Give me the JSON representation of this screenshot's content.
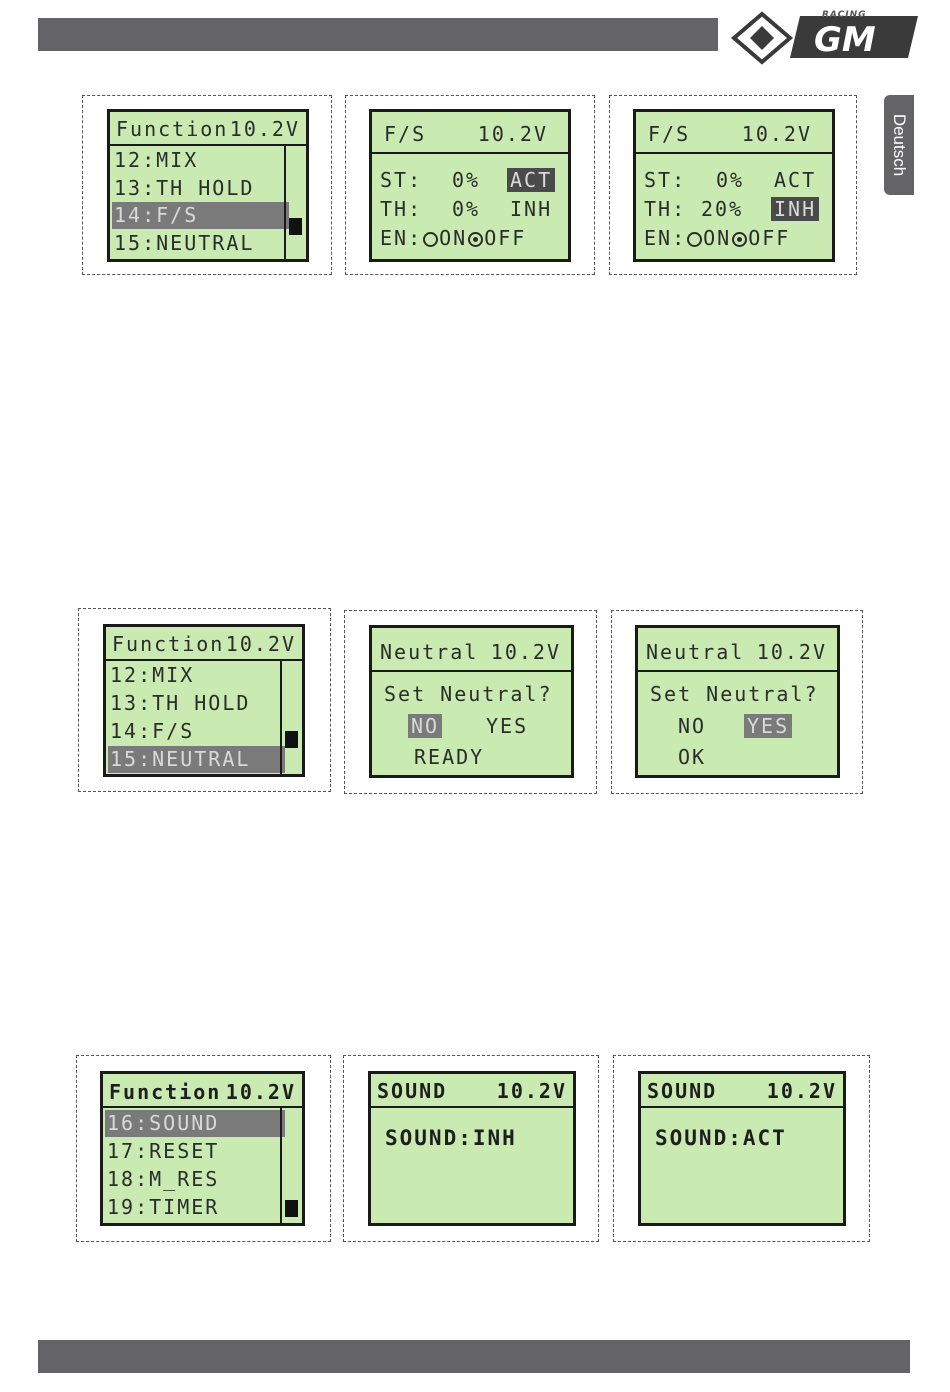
{
  "language_tab": "Deutsch",
  "logo": {
    "tag": "RACING",
    "brand": "GM"
  },
  "row1": {
    "menu": {
      "title": "Function",
      "voltage": "10.2V",
      "items": [
        "12:MIX",
        "13:TH HOLD",
        "14:F/S",
        "15:NEUTRAL"
      ],
      "selected": 2
    },
    "fs_a": {
      "title": "F/S",
      "voltage": "10.2V",
      "st_label": "ST:",
      "st_value": "0%",
      "st_state": "ACT",
      "th_label": "TH:",
      "th_value": "0%",
      "th_state": "INH",
      "en_label": "EN:",
      "on_label": "ON",
      "off_label": "OFF"
    },
    "fs_b": {
      "title": "F/S",
      "voltage": "10.2V",
      "st_label": "ST:",
      "st_value": "0%",
      "st_state": "ACT",
      "th_label": "TH:",
      "th_value": "20%",
      "th_state": "INH",
      "en_label": "EN:",
      "on_label": "ON",
      "off_label": "OFF"
    }
  },
  "row2": {
    "menu": {
      "title": "Function",
      "voltage": "10.2V",
      "items": [
        "12:MIX",
        "13:TH HOLD",
        "14:F/S",
        "15:NEUTRAL"
      ],
      "selected": 3
    },
    "neutral_a": {
      "title": "Neutral",
      "voltage": "10.2V",
      "question": "Set Neutral?",
      "no": "NO",
      "yes": "YES",
      "status": "READY"
    },
    "neutral_b": {
      "title": "Neutral",
      "voltage": "10.2V",
      "question": "Set Neutral?",
      "no": "NO",
      "yes": "YES",
      "status": "OK"
    }
  },
  "row3": {
    "menu": {
      "title": "Function",
      "voltage": "10.2V",
      "items": [
        "16:SOUND",
        "17:RESET",
        "18:M_RES",
        "19:TIMER"
      ],
      "selected": 0
    },
    "sound_a": {
      "title": "SOUND",
      "voltage": "10.2V",
      "line": "SOUND:INH"
    },
    "sound_b": {
      "title": "SOUND",
      "voltage": "10.2V",
      "line": "SOUND:ACT"
    }
  },
  "colors": {
    "lcd_bg": "#c9ebb2",
    "bar": "#646466",
    "highlight": "#7a7a7a"
  }
}
